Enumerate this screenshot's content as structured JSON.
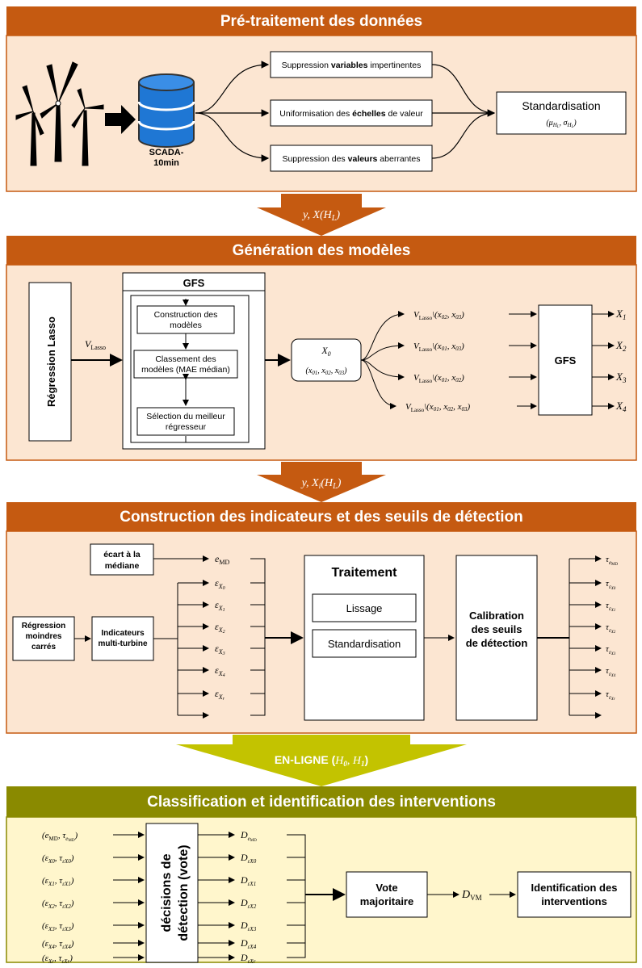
{
  "colors": {
    "brown": "#c55a11",
    "panel": "#fce6d2",
    "olive": "#8a8a00",
    "olive_arrow": "#c3c300",
    "yellow_panel": "#fff6cc"
  },
  "s1": {
    "title": "Pré-traitement des données",
    "scada": "SCADA-",
    "scada2": "10min",
    "b1": [
      "Suppression ",
      "variables",
      " impertinentes"
    ],
    "b2": [
      "Uniformisation des ",
      "échelles",
      " de valeur"
    ],
    "b3": [
      "Suppression des ",
      "valeurs",
      " aberrantes"
    ],
    "std": "Standardisation",
    "std_sub": "(μH_L, σH_L)"
  },
  "a1": "y, X(H_L)",
  "s2": {
    "title": "Génération des modèles",
    "lasso": "Régression Lasso",
    "vlasso": "V_Lasso",
    "gfs": "GFS",
    "c1": [
      "Construction des",
      "modèles"
    ],
    "c2": [
      "Classement des",
      "modèles (MAE médian)"
    ],
    "c3": [
      "Sélection du meilleur",
      "régresseur"
    ],
    "x0": "X_0",
    "x0sub": "(x01, x02, x03)",
    "v": [
      "V_Lasso \\ (x02, x03)",
      "V_Lasso \\ (x01, x03)",
      "V_Lasso \\ (x01, x02)",
      "V_Lasso \\ (x01, x02, x03)"
    ],
    "gfs2": "GFS",
    "out": [
      "X1",
      "X2",
      "X3",
      "X4"
    ]
  },
  "a2": "y, X_i(H_L)",
  "s3": {
    "title": "Construction des indicateurs et des seuils de détection",
    "ecart": [
      "écart à la",
      "médiane"
    ],
    "reg": [
      "Régression",
      "moindres",
      "carrés"
    ],
    "ind": [
      "Indicateurs",
      "multi-turbine"
    ],
    "eps": [
      "e_MD",
      "ε_X0",
      "ε_X1",
      "ε_X2",
      "ε_X3",
      "ε_X4",
      "ε_Xr"
    ],
    "trait": "Traitement",
    "liss": "Lissage",
    "std": "Standardisation",
    "calib": [
      "Calibration",
      "des seuils",
      "de détection"
    ],
    "tau": [
      "τ e_MD",
      "τ ε_X0",
      "τ ε_X1",
      "τ ε_X2",
      "τ ε_X3",
      "τ ε_X4",
      "τ ε_Xr"
    ]
  },
  "a3": "EN-LIGNE (H0, H1)",
  "s4": {
    "title": "Classification et identification des interventions",
    "pairs": [
      "(e_MD, τ_e_MD)",
      "(ε_X0, τ_ε_X0)",
      "(ε_X1, τ_ε_X1)",
      "(ε_X2, τ_ε_X2)",
      "(ε_X3, τ_ε_X3)",
      "(ε_X4, τ_ε_X4)",
      "(ε_Xr, τ_ε_Xr)"
    ],
    "dec": [
      "décisions de",
      "détection (vote)"
    ],
    "d": [
      "D e_MD",
      "D ε_X0",
      "D ε_X1",
      "D ε_X2",
      "D ε_X3",
      "D ε_X4",
      "D ε_Xr"
    ],
    "vote": [
      "Vote",
      "majoritaire"
    ],
    "dvm": "D_VM",
    "ident": [
      "Identification des",
      "interventions"
    ]
  }
}
